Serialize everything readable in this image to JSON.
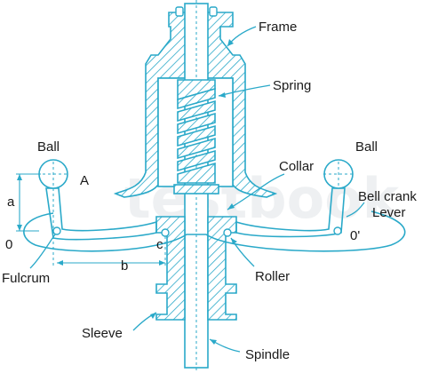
{
  "labels": {
    "frame": "Frame",
    "spring": "Spring",
    "collar": "Collar",
    "ball_left": "Ball",
    "ball_right": "Ball",
    "bell_crank": "Bell crank",
    "lever": "Lever",
    "point_a": "A",
    "dim_a": "a",
    "dim_b": "b",
    "point_c": "c",
    "zero_left": "0",
    "zero_right": "0'",
    "fulcrum": "Fulcrum",
    "roller": "Roller",
    "sleeve": "Sleeve",
    "spindle": "Spindle"
  },
  "watermark": "testbook",
  "colors": {
    "line": "#2aa9c9",
    "text": "#1a1a1a"
  }
}
